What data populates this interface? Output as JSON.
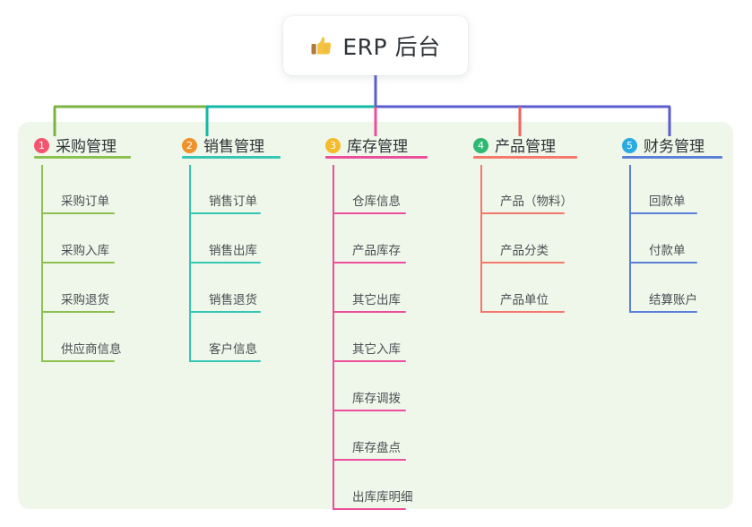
{
  "diagram": {
    "type": "mindmap",
    "root": {
      "icon": "thumbs-up-emoji",
      "title": "ERP 后台"
    },
    "panel_color": "#eef7e9",
    "stem_color": "#5b5ccf",
    "bus_segments": [
      {
        "color": "#7cb342"
      },
      {
        "color": "#14b8a6"
      },
      {
        "color": "#5b5ccf"
      }
    ],
    "columns": [
      {
        "index": "1",
        "title": "采购管理",
        "badge_color": "#f4556e",
        "line_color": "#8cc152",
        "drop_color": "#7cb342",
        "items": [
          "采购订单",
          "采购入库",
          "采购退货",
          "供应商信息"
        ]
      },
      {
        "index": "2",
        "title": "销售管理",
        "badge_color": "#f0922b",
        "line_color": "#36c6b4",
        "drop_color": "#14b8a6",
        "items": [
          "销售订单",
          "销售出库",
          "销售退货",
          "客户信息"
        ]
      },
      {
        "index": "3",
        "title": "库存管理",
        "badge_color": "#f5bb2a",
        "line_color": "#ec4e9c",
        "drop_color": "#ec4e9c",
        "items": [
          "仓库信息",
          "产品库存",
          "其它出库",
          "其它入库",
          "库存调拨",
          "库存盘点",
          "出库库明细"
        ]
      },
      {
        "index": "4",
        "title": "产品管理",
        "badge_color": "#2eb872",
        "line_color": "#f4786b",
        "drop_color": "#f4625b",
        "items": [
          "产品（物料）",
          "产品分类",
          "产品单位"
        ]
      },
      {
        "index": "5",
        "title": "财务管理",
        "badge_color": "#29abe2",
        "line_color": "#5a7fd6",
        "drop_color": "#5b5ccf",
        "items": [
          "回款单",
          "付款单",
          "结算账户"
        ]
      }
    ]
  }
}
